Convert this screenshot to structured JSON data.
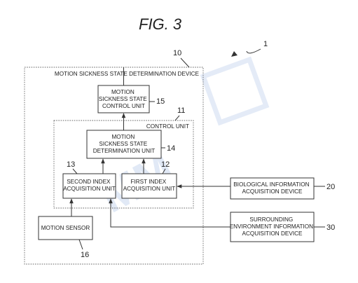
{
  "figure": {
    "title": "FIG. 3",
    "refs": {
      "system": "1",
      "device": "10",
      "control_unit": "11",
      "first_index": "12",
      "second_index": "13",
      "determination": "14",
      "control": "15",
      "motion_sensor": "16",
      "bio_device": "20",
      "env_device": "30"
    },
    "labels": {
      "device": "MOTION SICKNESS STATE DETERMINATION DEVICE",
      "control_unit": "CONTROL UNIT",
      "control": [
        "MOTION",
        "SICKNESS STATE",
        "CONTROL UNIT"
      ],
      "determination": [
        "MOTION",
        "SICKNESS STATE",
        "DETERMINATION UNIT"
      ],
      "second_index": [
        "SECOND INDEX",
        "ACQUISITION UNIT"
      ],
      "first_index": [
        "FIRST INDEX",
        "ACQUISITION UNIT"
      ],
      "motion_sensor": [
        "MOTION SENSOR"
      ],
      "bio_device": [
        "BIOLOGICAL INFORMATION",
        "ACQUISITION DEVICE"
      ],
      "env_device": [
        "SURROUNDING",
        "ENVIRONMENT INFORMATION",
        "ACQUISITION DEVICE"
      ]
    }
  }
}
